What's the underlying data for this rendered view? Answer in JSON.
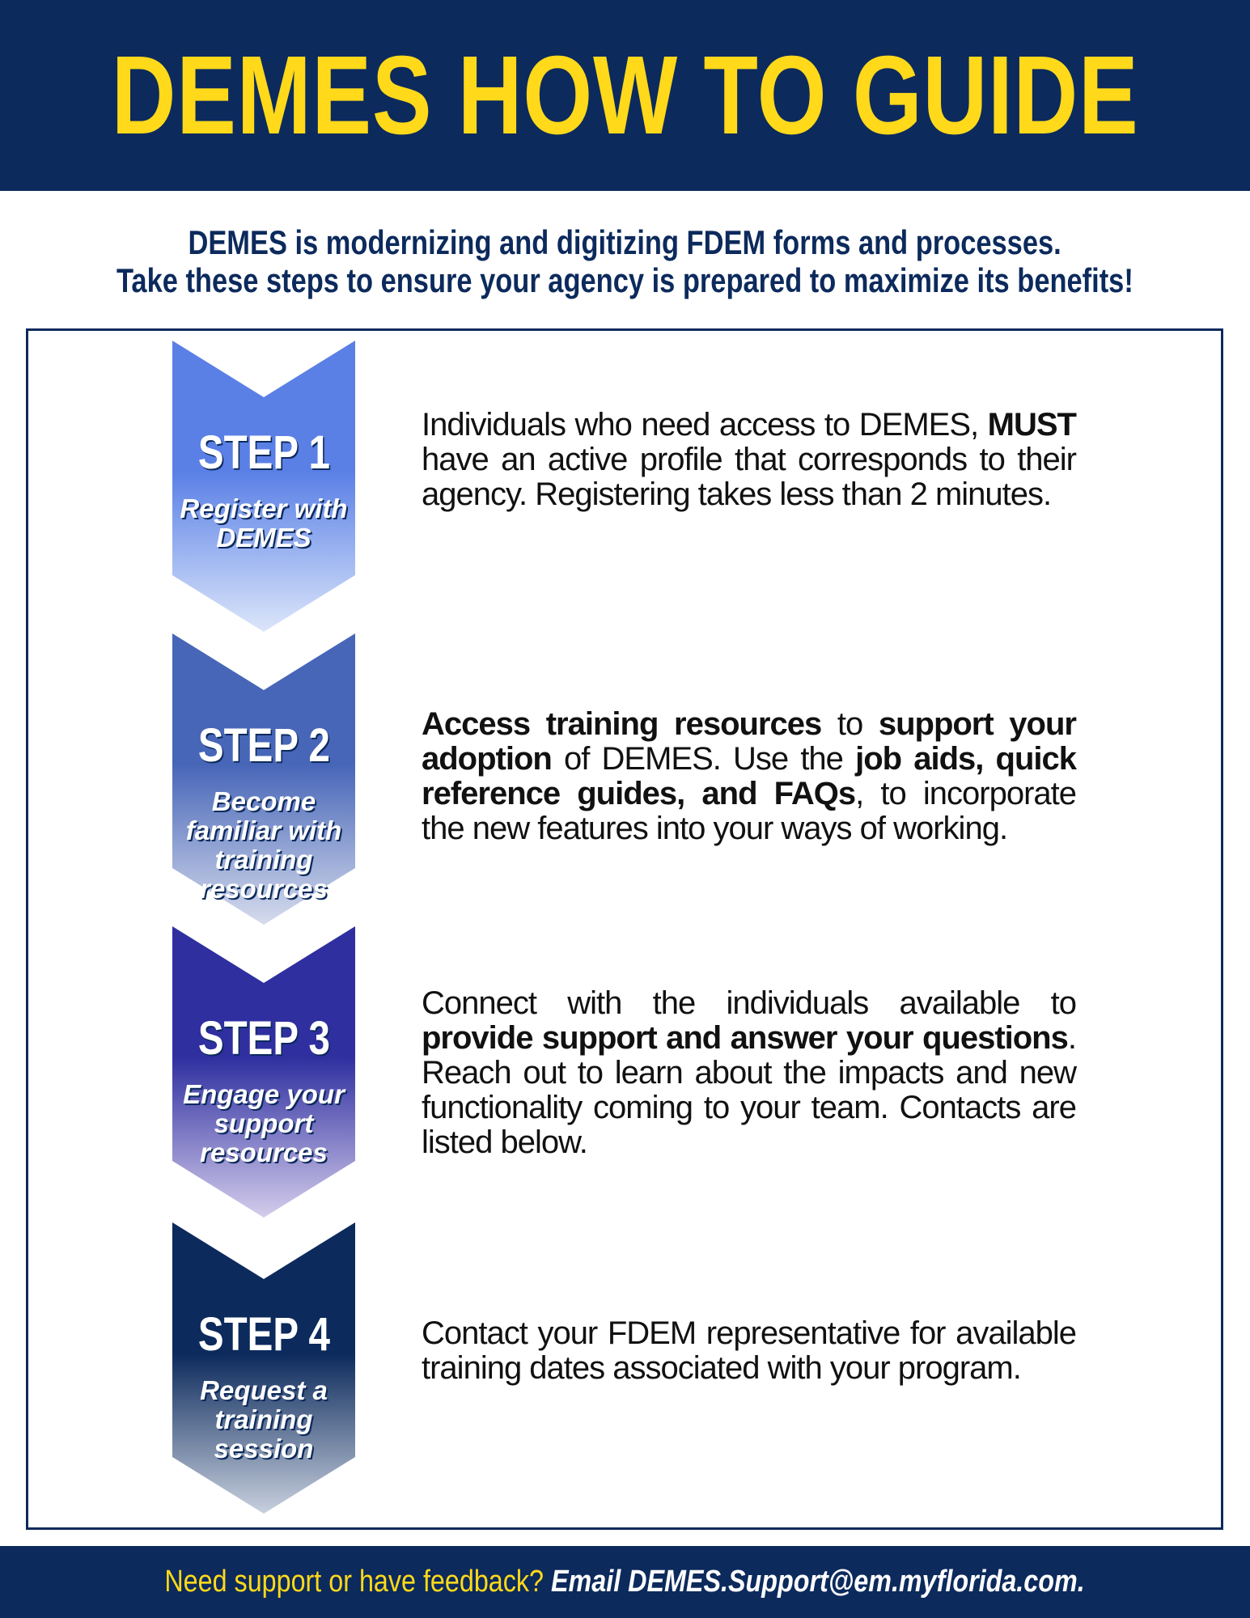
{
  "header": {
    "title": "DEMES HOW TO GUIDE"
  },
  "intro": {
    "line1": "DEMES is modernizing and digitizing FDEM forms and processes.",
    "line2": "Take these steps to ensure your agency is prepared to maximize its benefits!"
  },
  "steps": [
    {
      "label": "STEP 1",
      "desc": "Register with DEMES",
      "colors": [
        "#5a80e6",
        "#dce6fa"
      ],
      "text": [
        [
          "Individuals who need access to DEMES, ",
          false
        ],
        [
          "MUST",
          true
        ],
        [
          " have an active profile that corresponds to their agency. Registering takes less than 2 minutes.",
          false
        ]
      ]
    },
    {
      "label": "STEP 2",
      "desc": "Become familiar with training resources",
      "colors": [
        "#4766b8",
        "#d6dced"
      ],
      "text": [
        [
          "Access training resources",
          true
        ],
        [
          " to ",
          false
        ],
        [
          "support your adoption",
          true
        ],
        [
          " of DEMES. Use the ",
          false
        ],
        [
          "job aids, quick reference guides, and FAQs",
          true
        ],
        [
          ", to incorporate the new features into your ways of working.",
          false
        ]
      ]
    },
    {
      "label": "STEP 3",
      "desc": "Engage your support resources",
      "colors": [
        "#2f2fa0",
        "#d4cdec"
      ],
      "text": [
        [
          "Connect with the individuals available to ",
          false
        ],
        [
          "provide support and answer your questions",
          true
        ],
        [
          ". Reach out to learn about the impacts and new functionality coming to your team. Contacts are listed below.",
          false
        ]
      ]
    },
    {
      "label": "STEP 4",
      "desc": "Request a training session",
      "colors": [
        "#0c2a5c",
        "#c8d0de"
      ],
      "text": [
        [
          "Contact your FDEM representative for available training dates associated with your program.",
          false
        ]
      ]
    }
  ],
  "footer": {
    "prompt": "Need support or have feedback? ",
    "email": "Email DEMES.Support@em.myflorida.com."
  }
}
